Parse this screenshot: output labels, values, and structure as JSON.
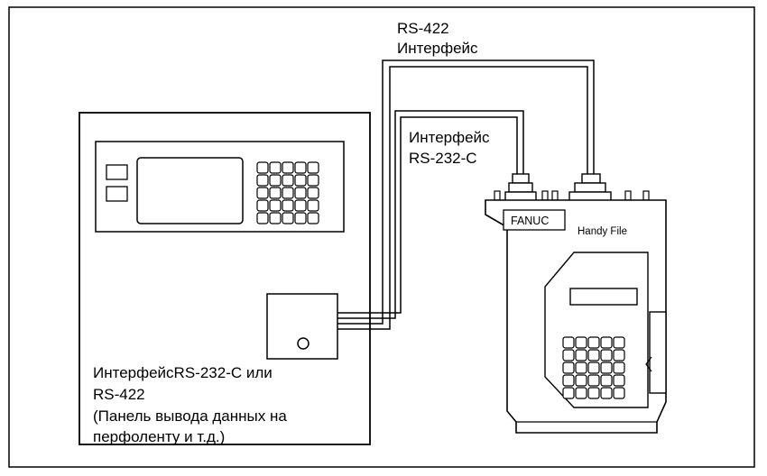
{
  "labels": {
    "rs422_line1": "RS-422",
    "rs422_line2": "Интерфейс",
    "rs232_line1": "Интерфейс",
    "rs232_line2": "RS-232-C",
    "port_line1": "ИнтерфейсRS-232-C или",
    "port_line2": "RS-422",
    "port_line3": "(Панель вывода данных на",
    "port_line4": "перфоленту и т.д.)",
    "fanuc_logo": "FANUC",
    "handy_file": "Handy File"
  },
  "colors": {
    "line": "#000000",
    "background": "#ffffff"
  }
}
